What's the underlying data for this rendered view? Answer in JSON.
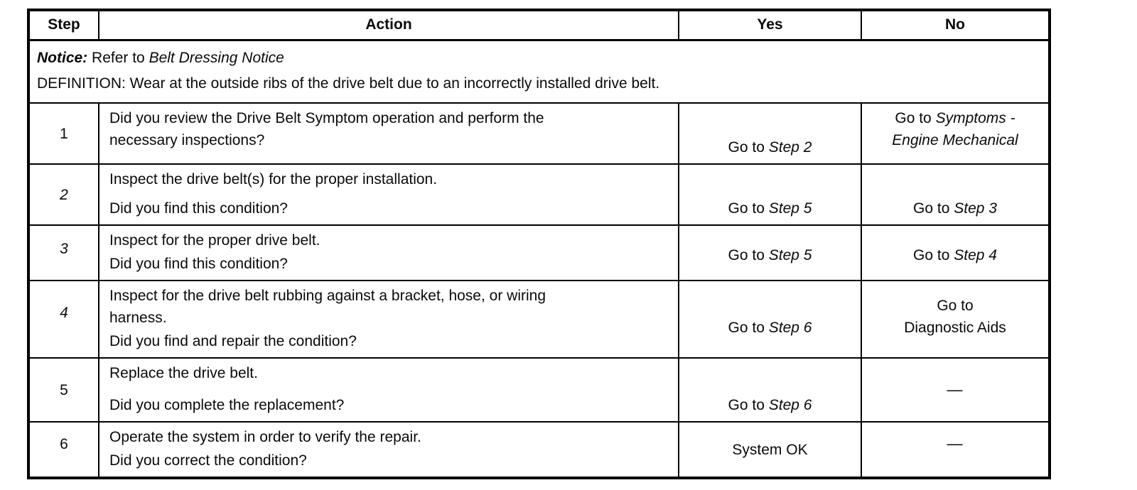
{
  "table": {
    "headers": {
      "step": "Step",
      "action": "Action",
      "yes": "Yes",
      "no": "No"
    },
    "notice": {
      "label": "Notice:",
      "text": "Refer to",
      "reference": "Belt Dressing Notice"
    },
    "definition": "DEFINITION: Wear at the outside ribs of the drive belt due to an incorrectly installed drive belt.",
    "rows": [
      {
        "step": "1",
        "action_line1": "Did you review the Drive Belt Symptom operation and perform the",
        "action_line2": "necessary inspections?",
        "yes": {
          "pre": "Go to",
          "em": "Step 2"
        },
        "no": {
          "pre": "Go to",
          "em_line1": "Symptoms -",
          "em_line2": "Engine Mechanical"
        }
      },
      {
        "step": "2",
        "action_line1": "Inspect the drive belt(s) for the proper installation.",
        "question": "Did you find this condition?",
        "yes": {
          "pre": "Go to",
          "em": "Step 5"
        },
        "no": {
          "pre": "Go to",
          "em": "Step 3"
        }
      },
      {
        "step": "3",
        "action_line1": "Inspect for the proper drive belt.",
        "question": "Did you find this condition?",
        "yes": {
          "pre": "Go to",
          "em": "Step 5"
        },
        "no": {
          "pre": "Go to",
          "em": "Step 4"
        }
      },
      {
        "step": "4",
        "action_line1": "Inspect for the drive belt rubbing against a bracket, hose, or wiring",
        "action_line2": "harness.",
        "question": "Did you find and repair the condition?",
        "yes": {
          "pre": "Go to",
          "em": "Step 6"
        },
        "no": {
          "line1": "Go to",
          "line2": "Diagnostic Aids"
        }
      },
      {
        "step": "5",
        "action_line1": "Replace the drive belt.",
        "question": "Did you complete the replacement?",
        "yes": {
          "pre": "Go to",
          "em": "Step 6"
        },
        "no": {
          "dash": "—"
        }
      },
      {
        "step": "6",
        "action_line1": "Operate the system in order to verify the repair.",
        "question": "Did you correct the condition?",
        "yes": {
          "plain": "System OK"
        },
        "no": {
          "dash": "—"
        }
      }
    ]
  }
}
